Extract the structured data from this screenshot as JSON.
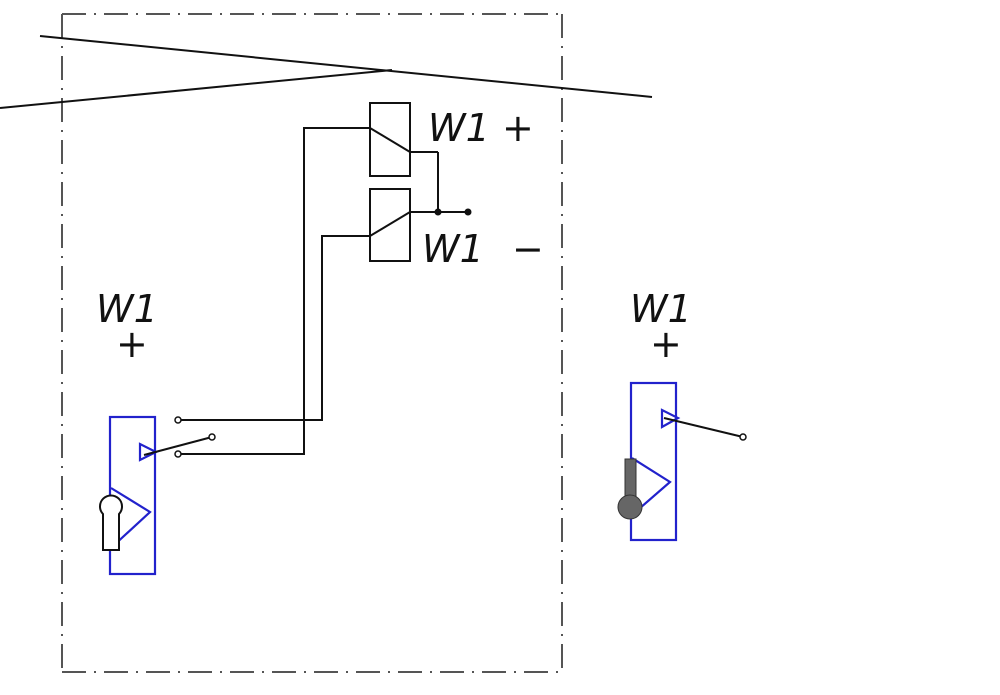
{
  "labels": {
    "relay_top": "W1",
    "relay_top_sign": "+",
    "relay_bottom": "W1",
    "relay_bottom_sign": "−",
    "left_switch": "W1",
    "left_switch_sign": "+",
    "right_switch": "W1",
    "right_switch_sign": "+"
  },
  "colors": {
    "wire": "#111111",
    "frame": "#555555",
    "switch_outline": "#2222cc",
    "lever": "#666666"
  },
  "icons": {
    "left_switch_actuator": "key-cylinder-icon",
    "right_switch_actuator": "lever-handle-icon"
  }
}
